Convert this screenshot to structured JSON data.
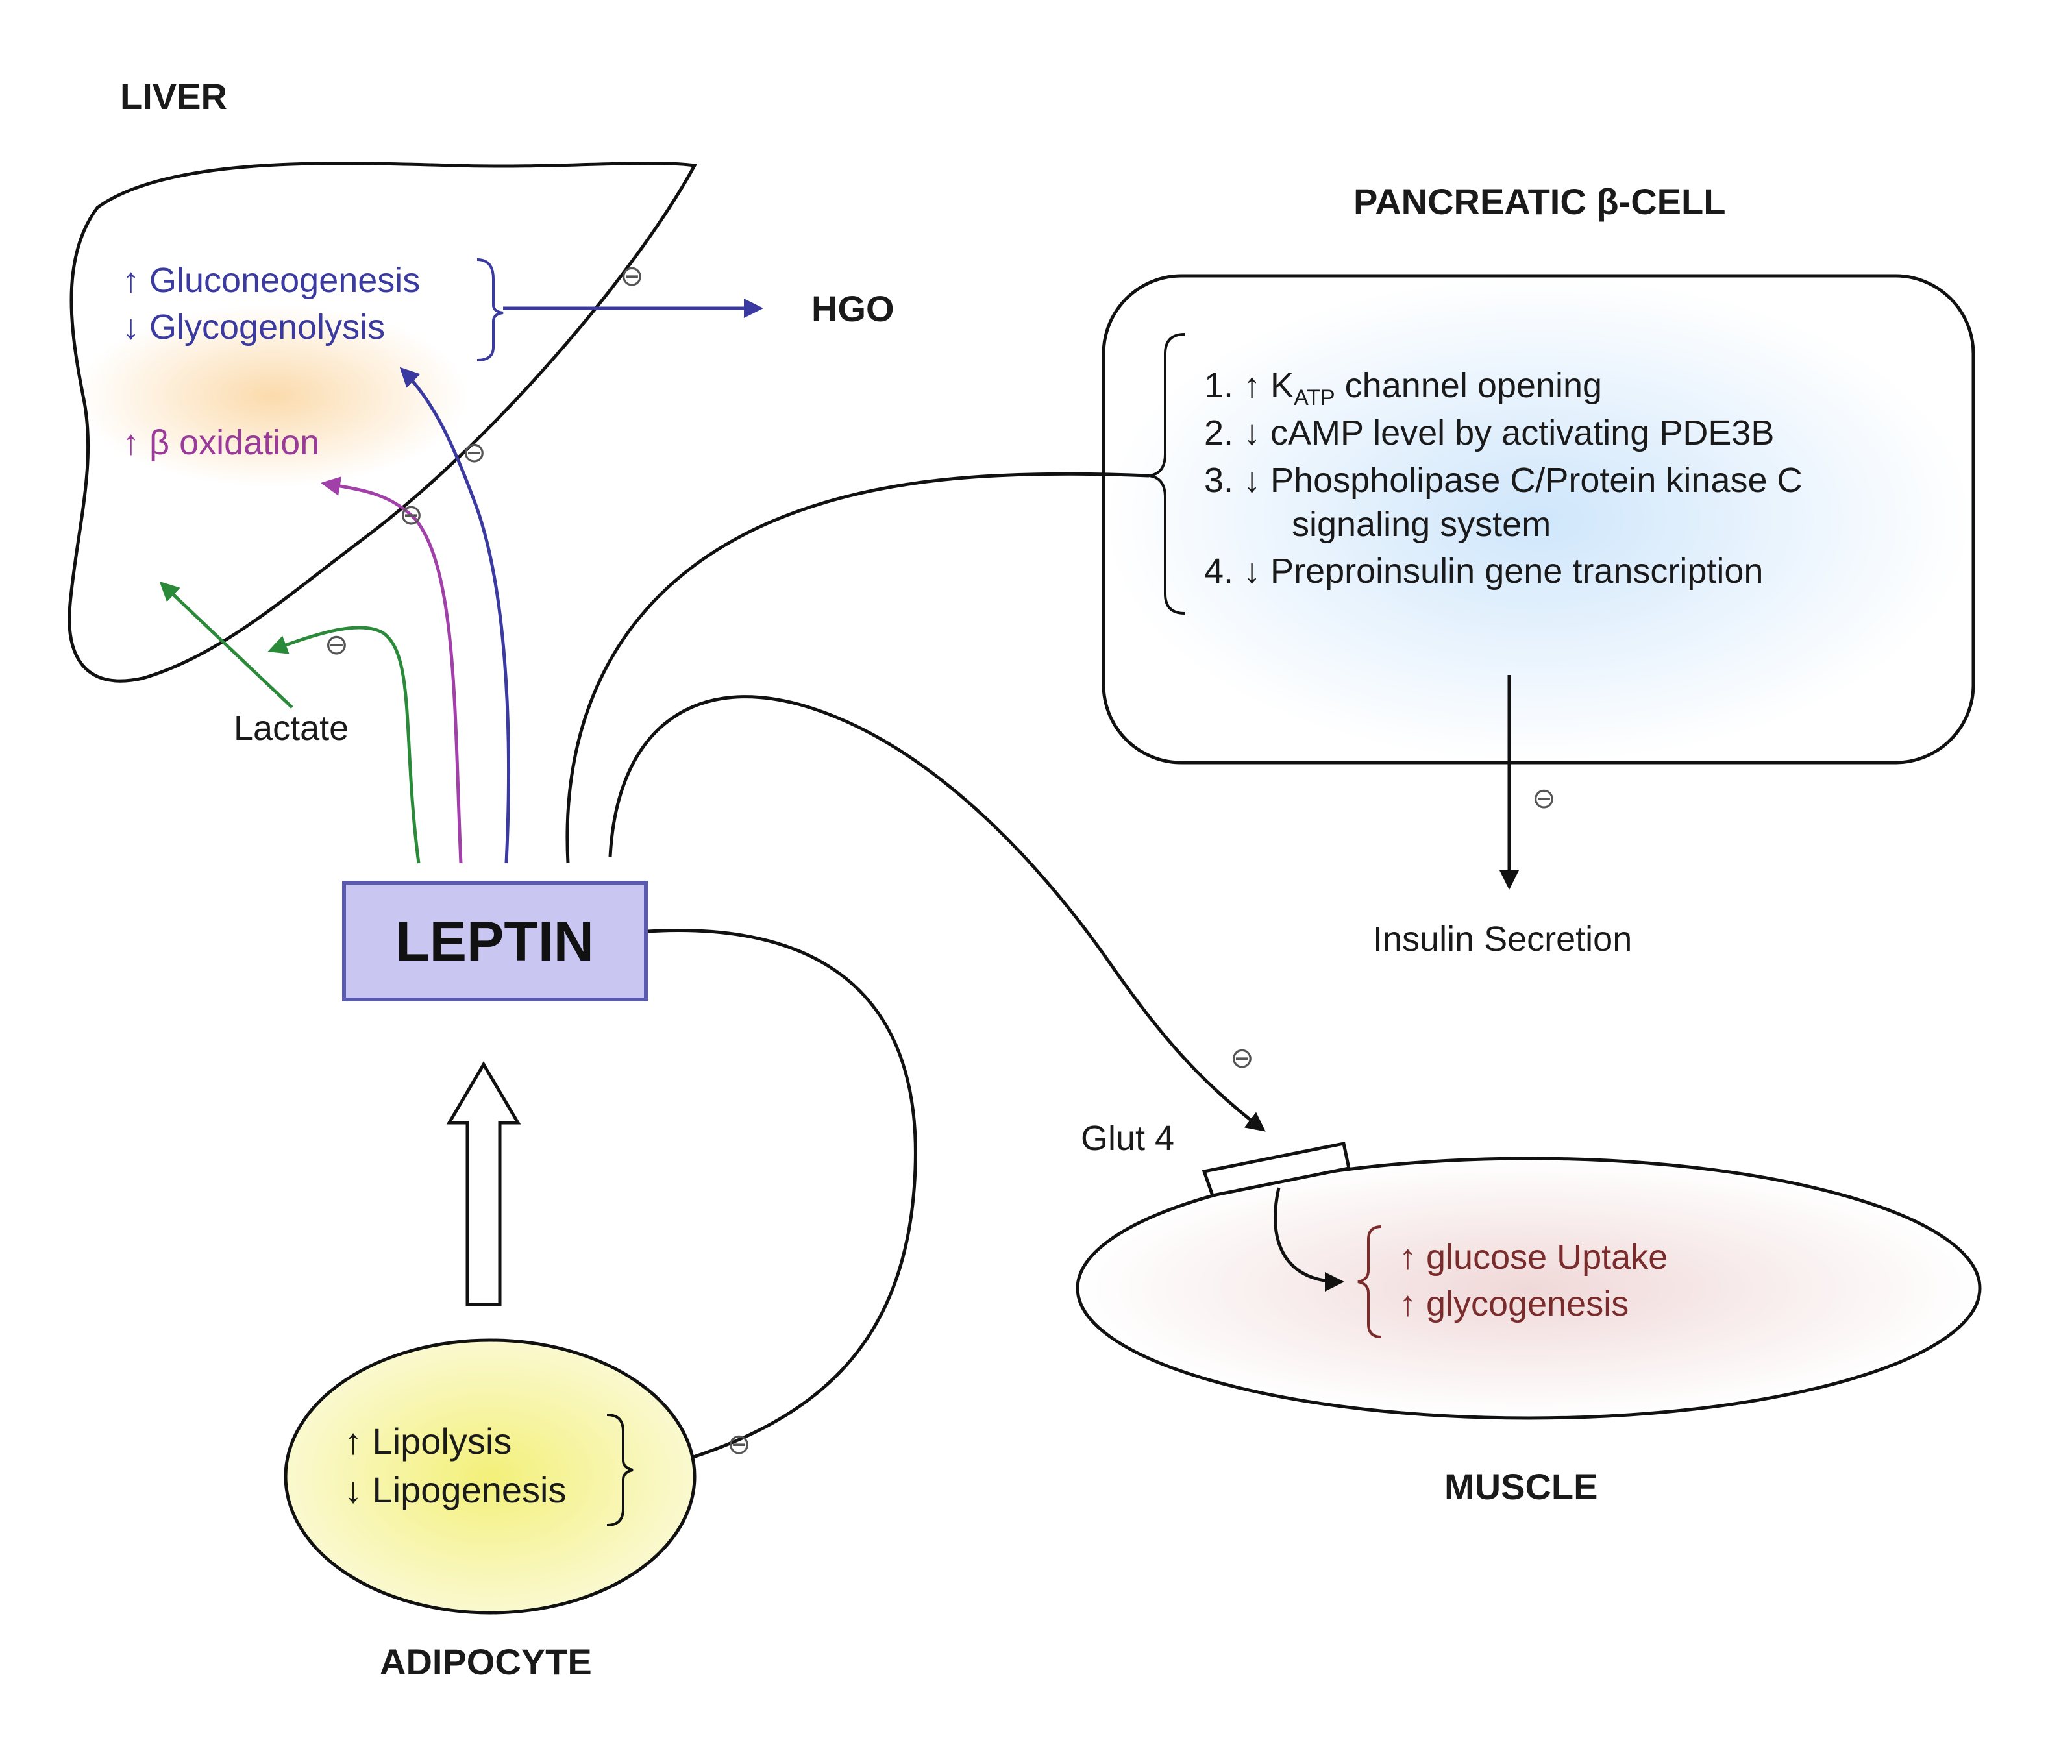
{
  "organs": {
    "liver": {
      "title": "LIVER",
      "effects": [
        "↑ Gluconeogenesis",
        "↓ Glycogenolysis"
      ],
      "beta_oxidation": "↑ β oxidation"
    },
    "pancreas": {
      "title": "PANCREATIC β-CELL",
      "effects": [
        "1. ↑ K",
        "ATP",
        " channel opening",
        "2. ↓ cAMP level by activating PDE3B",
        "3. ↓ Phospholipase C/Protein kinase C",
        "signaling system",
        "4. ↓ Preproinsulin gene transcription"
      ],
      "outcome": "Insulin Secretion"
    },
    "muscle": {
      "title": "MUSCLE",
      "transporter": "Glut 4",
      "effects": [
        "↑ glucose Uptake",
        "↑ glycogenesis"
      ]
    },
    "adipocyte": {
      "title": "ADIPOCYTE",
      "effects": [
        "↑ Lipolysis",
        "↓ Lipogenesis"
      ]
    }
  },
  "hub": {
    "label": "LEPTIN"
  },
  "outputs": {
    "hgo": "HGO",
    "lactate": "Lactate"
  },
  "sign_symbol": "⊖",
  "colors": {
    "blue_arrow": "#3a3aa0",
    "purple_arrow": "#a040a8",
    "green_arrow": "#2a8a3a",
    "leptin_fill": "#c9c7f2",
    "leptin_border": "#5a5ab0",
    "adipocyte_fill": "#f4f29a",
    "pancreas_glow": "#d9ecfb",
    "liver_glow": "#fbd9a8",
    "muscle_glow": "#f2dada"
  }
}
